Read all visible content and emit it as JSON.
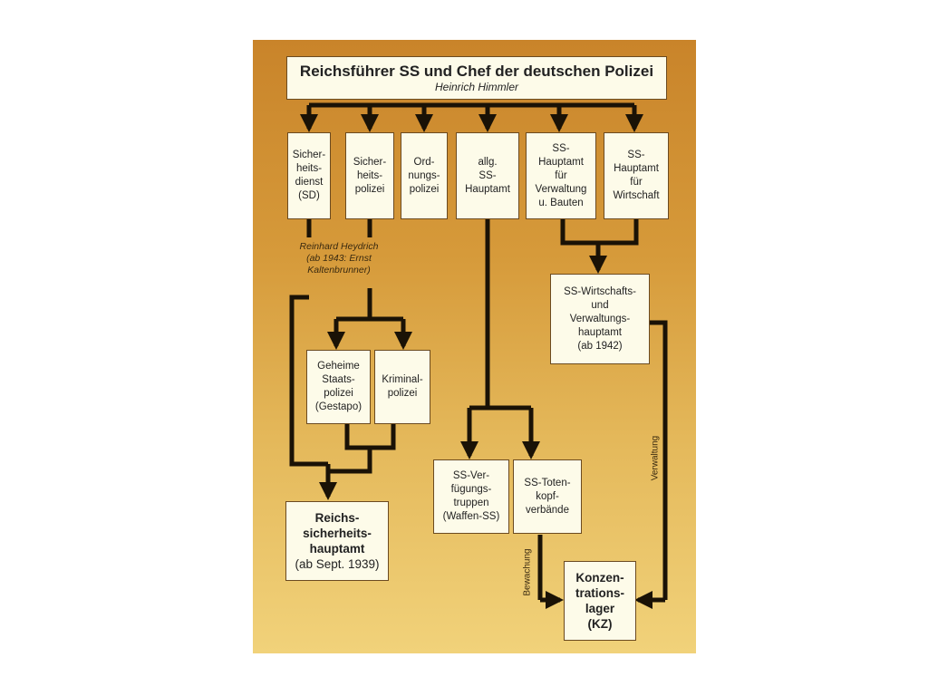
{
  "title": {
    "line1": "Reichsführer SS und Chef der deutschen Polizei",
    "line2": "Heinrich Himmler"
  },
  "boxes": {
    "sd": [
      "Sicher-",
      "heits-",
      "dienst",
      "(SD)"
    ],
    "sipo": [
      "Sicher-",
      "heits-",
      "polizei"
    ],
    "orpo": [
      "Ord-",
      "nungs-",
      "polizei"
    ],
    "ss_hauptamt": [
      "allg.",
      "SS-",
      "Hauptamt"
    ],
    "verwaltung_bauten": [
      "SS-",
      "Hauptamt",
      "für",
      "Verwaltung",
      "u. Bauten"
    ],
    "wirtschaft": [
      "SS-",
      "Hauptamt",
      "für",
      "Wirtschaft"
    ],
    "wvha": [
      "SS-Wirtschafts-",
      "und",
      "Verwaltungs-",
      "hauptamt",
      "(ab 1942)"
    ],
    "gestapo": [
      "Geheime",
      "Staats-",
      "polizei",
      "(Gestapo)"
    ],
    "kripo": [
      "Kriminal-",
      "polizei"
    ],
    "rsha": [
      "Reichs-",
      "sicherheits-",
      "hauptamt",
      "(ab Sept. 1939)"
    ],
    "vt": [
      "SS-Ver-",
      "fügungs-",
      "truppen",
      "(Waffen-SS)"
    ],
    "totenkopf": [
      "SS-Toten-",
      "kopf-",
      "verbände"
    ],
    "kz": [
      "Konzen-",
      "trations-",
      "lager",
      "(KZ)"
    ]
  },
  "notes": {
    "heydrich": [
      "Reinhard Heydrich",
      "(ab 1943: Ernst",
      "Kaltenbrunner)"
    ],
    "bewachung": "Bewachung",
    "verwaltung": "Verwaltung"
  },
  "colors": {
    "panel_top": "#c9842a",
    "panel_bottom": "#f1d27a",
    "box_fill": "#fdfbe9",
    "line": "#1a1206"
  }
}
